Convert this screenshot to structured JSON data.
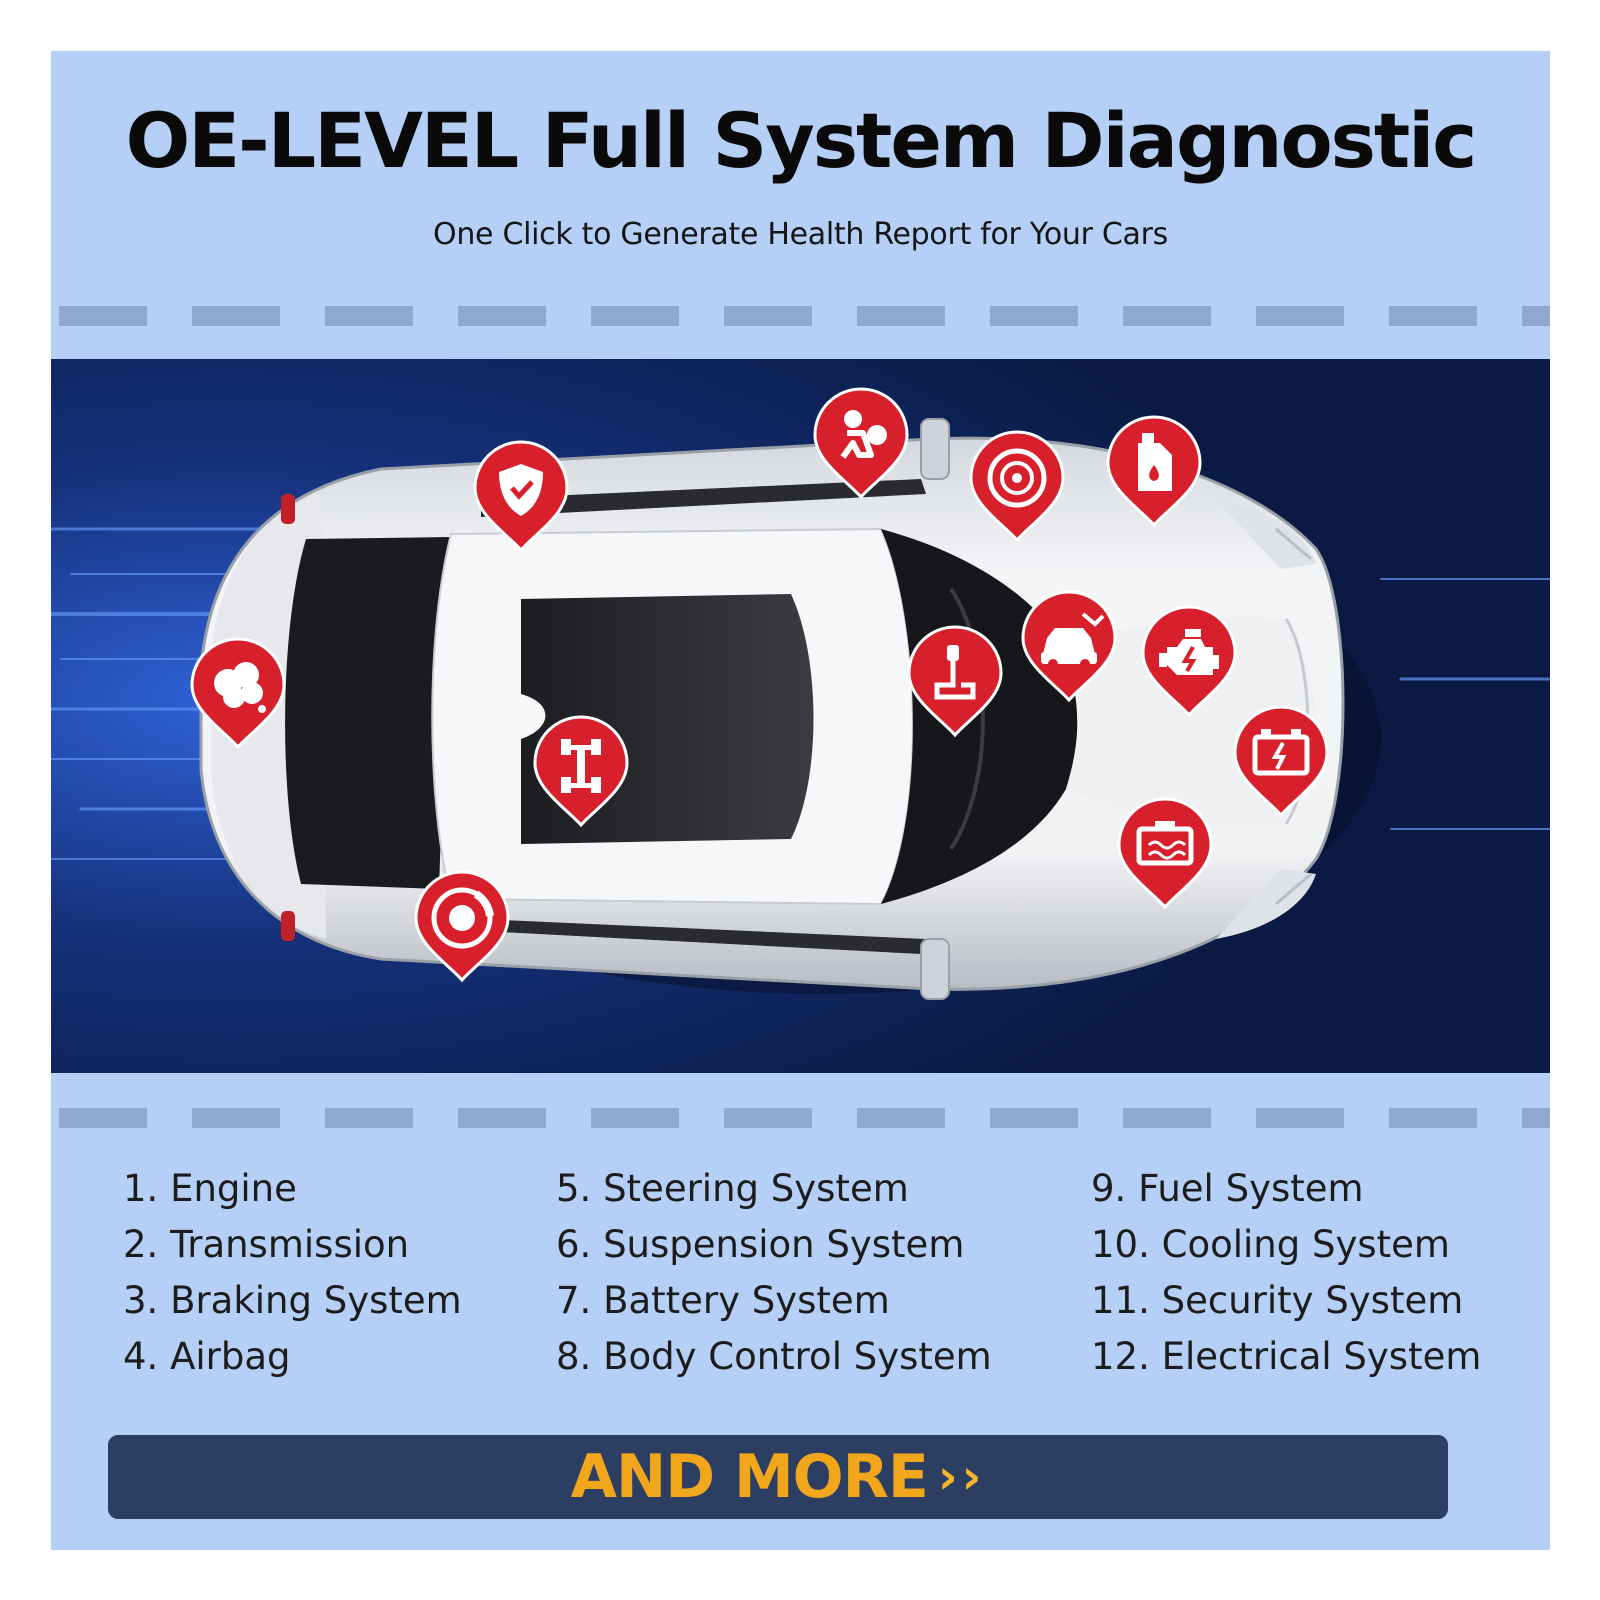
{
  "header": {
    "title": "OE-LEVEL Full System Diagnostic",
    "subtitle": "One Click to Generate Health Report for Your Cars"
  },
  "systems": {
    "column_1": [
      "1. Engine",
      "2. Transmission",
      "3. Braking System",
      "4. Airbag"
    ],
    "column_2": [
      "5. Steering System",
      "6. Suspension System",
      "7. Battery System",
      "8. Body Control System"
    ],
    "column_3": [
      "9. Fuel System",
      "10. Cooling System",
      "11. Security System",
      "12. Electrical System"
    ]
  },
  "more_banner": {
    "label": "AND MORE",
    "arrows": "››"
  },
  "icons": [
    "security-shield-icon",
    "airbag-icon",
    "steering-wheel-icon",
    "fuel-can-icon",
    "exhaust-smoke-icon",
    "suspension-icon",
    "gear-shift-icon",
    "body-control-icon",
    "engine-icon",
    "battery-icon",
    "coolant-icon",
    "brake-disc-icon"
  ],
  "colors": {
    "background": "#b5cff6",
    "road": "#0d1d46",
    "marker": "#d8202c",
    "banner": "#2c3f63",
    "banner_text": "#f2a61c"
  }
}
